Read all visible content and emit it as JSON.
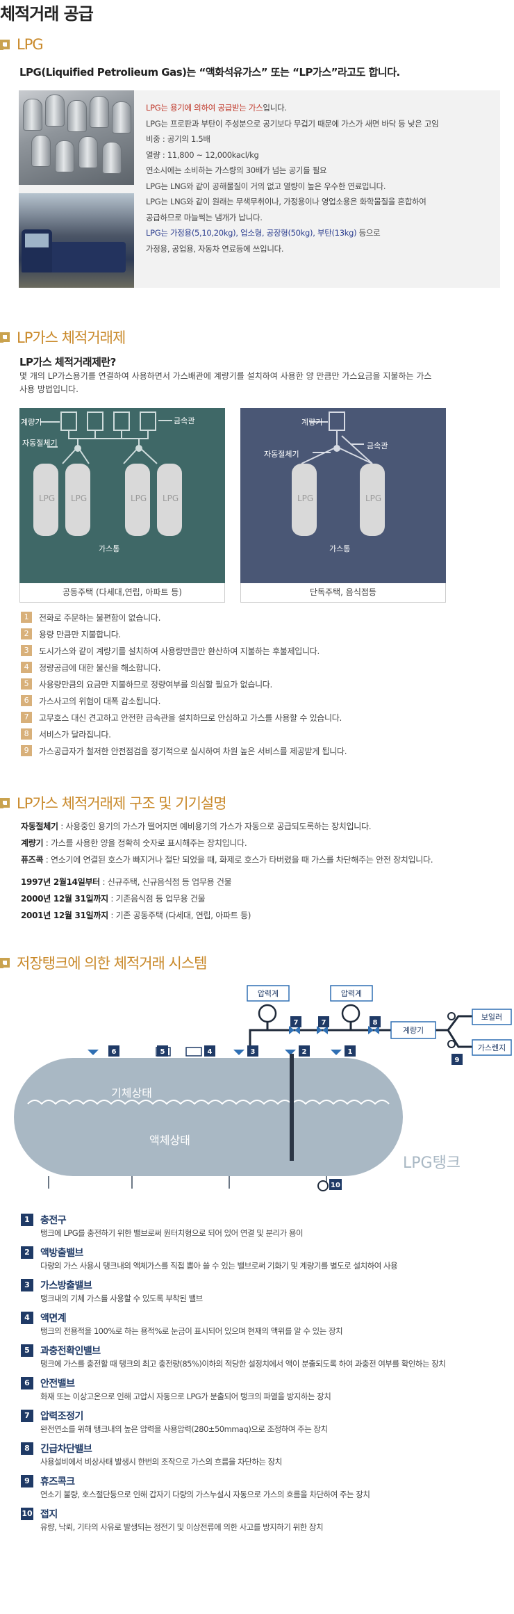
{
  "page": {
    "title": "체적거래 공급"
  },
  "lpg": {
    "section_title": "LPG",
    "headline_prefix": "LPG(Liquified Petrolieum Gas)는 ",
    "headline_quote1": "“액화석유가스”",
    "headline_mid": " 또는 ",
    "headline_quote2": "“LP가스”",
    "headline_suffix": "라고도 합니다.",
    "line1_red": "LPG는 용기에 의하여 공급받는 가스",
    "line1_rest": "입니다.",
    "line2": "LPG는 프로판과 부탄이 주성분으로 공기보다 무겁기 때문에 가스가 새면 바닥 등 낮은 고임",
    "line3": "비중 : 공기의 1.5배",
    "line4": "열량 : 11,800 ~ 12,000kacl/kg",
    "line5_blue": "연소시에는 소비하는 가스량의 30배가 넘는 공기를 필요",
    "line6": "LPG는 LNG와 같이 공해물질이 거의 없고 열량이 높은 우수한 연료입니다.",
    "line7": "LPG는 LNG와 같이 원래는 무색무취이나, 가정용이나 영업소용은 화학물질을 혼합하여",
    "line8": "공급하므로 마늘썩는 냄개가 납니다.",
    "line9_blue": "LPG는 가정용(5,10,20kg), 업소형, 공장형(50kg), 부탄(13kg)",
    "line9_rest": " 등으로",
    "line10": "가정용, 공업용, 자동차 연료등에 쓰입니다."
  },
  "volume": {
    "section_title": "LP가스 체적거래제",
    "question": "LP가스 체적거래제란?",
    "desc1": "몇 개의 LP가스용기를 연결하여 사용하면서 가스배관에 계량기를 설치하여 사용한 양 만큼만 가스요금을 지불하는 가스",
    "desc2": "사용 방법입니다.",
    "diagram1": {
      "meter": "계량기",
      "pipe": "금속관",
      "shutoff": "자동절체기",
      "cyl": "LPG",
      "tank": "가스통",
      "caption": "공동주택 (다세대,연립, 아파트 등)"
    },
    "diagram2": {
      "meter": "계량기",
      "pipe": "금속관",
      "shutoff": "자동절체기",
      "cyl": "LPG",
      "tank": "가스통",
      "caption": "단독주택, 음식점등"
    },
    "benefits": [
      "전화로 주문하는 불편함이 없습니다.",
      "용량 만큼만 지불합니다.",
      "도시가스와 같이 계량기를 설치하여 사용량만큼만 환산하여 지불하는 후불제입니다.",
      "정량공급에 대한 불신을 해소합니다.",
      "사용량만큼의 요금만 지불하므로 정량여부를 의심할 필요가 없습니다.",
      "가스사고의 위험이 대폭 감소됩니다.",
      "고무호스 대신 견고하고 안전한 금속관을 설치하므로 안심하고 가스를 사용할 수 있습니다.",
      "서비스가 달라집니다.",
      "가스공급자가 철저한 안전점검을 정기적으로 실시하여 차원 높은 서비스를 제공받게 됩니다."
    ]
  },
  "structure": {
    "section_title": "LP가스 체적거래제 구조 및 기기설명",
    "items": [
      {
        "term": "자동절체기",
        "text": " : 사용중인 용기의 가스가 떨어지면 예비용기의 가스가 자동으로 공급되도록하는 장치입니다."
      },
      {
        "term": "계량기",
        "text": " : 가스를 사용한 양을 정확히 숫자로 표시해주는 장치입니다."
      },
      {
        "term": "퓨즈콕",
        "text": " : 연소기에 연결된 호스가 빠지거나 절단 되었을 때, 화제로 호스가 타버렸을 때 가스를 차단해주는 안전 장치입니다."
      }
    ],
    "dates": [
      {
        "term": "1997년 2월14일부터",
        "text": " : 신규주택, 신규음식점 등 업무용 건물"
      },
      {
        "term": "2000년 12월 31일까지",
        "text": " : 기존음식점 등 업무용 건물"
      },
      {
        "term": "2001년 12월 31일까지",
        "text": " : 기존 공동주택 (다세대, 연립, 아파트 등)"
      }
    ]
  },
  "tank": {
    "section_title": "저장탱크에 의한 체적거래 시스템",
    "gauge1": "압력계",
    "gauge2": "압력계",
    "meter": "계량기",
    "boiler": "보일러",
    "range": "가스렌지",
    "gas_state": "기체상태",
    "liquid_state": "액체상태",
    "tank_label": "LPG탱크",
    "numbers": [
      "1",
      "2",
      "3",
      "4",
      "5",
      "6",
      "7",
      "7",
      "8",
      "9",
      "10"
    ],
    "legend": [
      {
        "no": "1",
        "title": "충전구",
        "desc": "탱크에 LPG를 충전하기 위한 밸브로써 원터치형으로 되어 있어 연결 및 분리가 용이"
      },
      {
        "no": "2",
        "title": "액방출밸브",
        "desc": "다량의 가스 사용시 탱크내의 액체가스를 직접 뽑아 쓸 수 있는 밸브로써 기화기 및 계량기를 별도로 설치하여 사용"
      },
      {
        "no": "3",
        "title": "가스방출밸브",
        "desc": "탱크내의 기체 가스를 사용할 수 있도록 부착된 밸브"
      },
      {
        "no": "4",
        "title": "액면계",
        "desc": "탱크의 전용적을 100%로 하는 용적%로 눈금이 표시되어 있으며 현재의 액위를 알 수 있는 장치"
      },
      {
        "no": "5",
        "title": "과충전확인밸브",
        "desc": "탱크에 가스를 충전할 때 탱크의 최고 충전량(85%)이하의 적당한 설정치에서 액이 분출되도록 하여 과충전 여부를 확인하는 장치"
      },
      {
        "no": "6",
        "title": "안전밸브",
        "desc": "화재 또는 이상고온으로 인해 고압시 자동으로 LPG가 분출되어 탱크의 파열을 방지하는 장치"
      },
      {
        "no": "7",
        "title": "압력조정기",
        "desc": "완전연소를 위해 탱크내의 높은 압력을 사용압력(280±50mmaq)으로 조정하여 주는 장치"
      },
      {
        "no": "8",
        "title": "긴급차단밸브",
        "desc": "사용설비에서 비상사태 발생시 한번의 조작으로 가스의 흐름을 차단하는 장치"
      },
      {
        "no": "9",
        "title": "휴즈콕크",
        "desc": "연소기 불량, 호스절단등으로 인해 갑자기 다량의 가스누설시 자동으로 가스의 흐름을 차단하여 주는 장치"
      },
      {
        "no": "10",
        "title": "접지",
        "desc": "유량, 낙뢰, 기타의 사유로 발생되는 정전기 및 이상전류에 의한 사고를 방지하기 위한 장치"
      }
    ]
  },
  "colors": {
    "accent_gold": "#c9892a",
    "navy": "#1f3a66",
    "teal_panel": "#3f6867",
    "slate_panel": "#4a5775"
  }
}
